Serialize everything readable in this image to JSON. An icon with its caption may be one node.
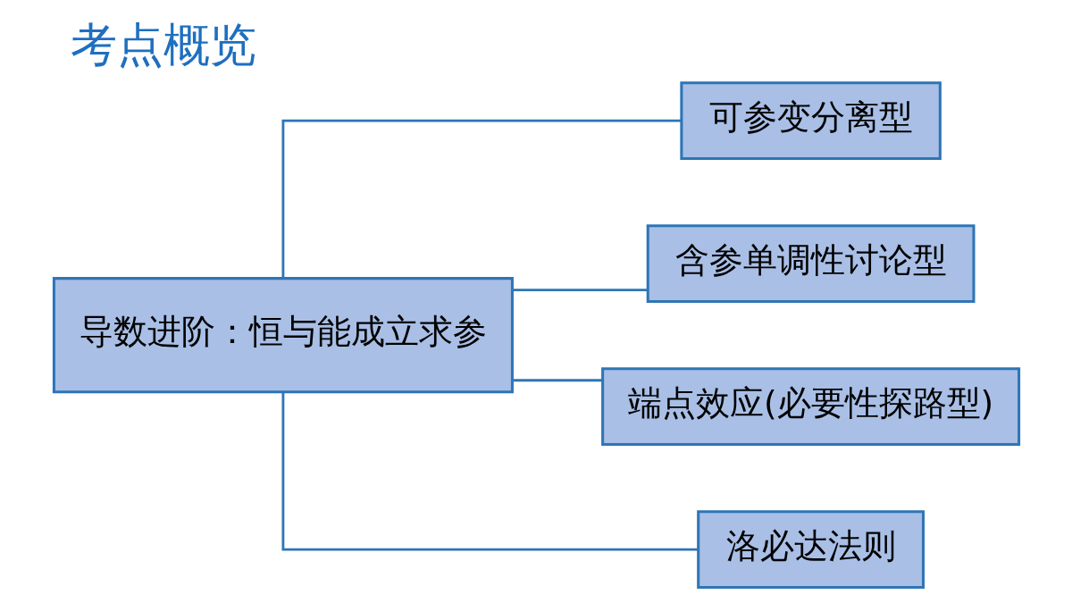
{
  "diagram": {
    "title": "考点概览",
    "nodes": [
      {
        "text": [
          "导数进阶：恒与能成立求参"
        ]
      },
      {
        "text": [
          "可参变分离型"
        ]
      },
      {
        "text": [
          "含参单调性讨论型"
        ]
      },
      {
        "text": [
          "端点效应(必要性探路型)"
        ]
      },
      {
        "text": [
          "洛必达法则"
        ]
      }
    ],
    "edges": [
      {
        "from": 0,
        "to": 1,
        "arrow": "none"
      },
      {
        "from": 0,
        "to": 2,
        "arrow": "none"
      },
      {
        "from": 0,
        "to": 3,
        "arrow": "none"
      },
      {
        "from": 0,
        "to": 4,
        "arrow": "none"
      }
    ]
  }
}
